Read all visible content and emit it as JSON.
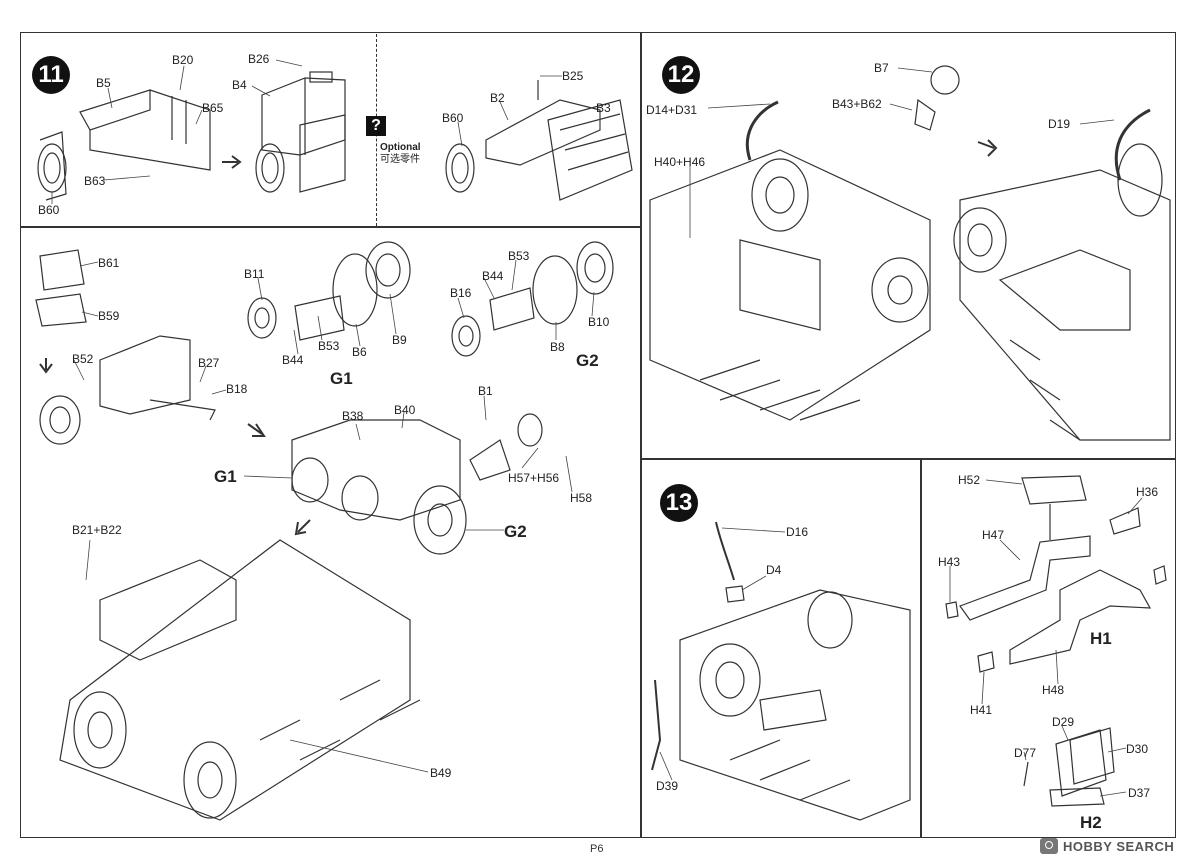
{
  "page": {
    "number": "P6",
    "watermark": "HOBBY SEARCH"
  },
  "optional_note": {
    "icon": "?",
    "label_en": "Optional",
    "label_cn": "可选零件"
  },
  "step11": {
    "number": "11",
    "labels": [
      "B5",
      "B20",
      "B65",
      "B63",
      "B60",
      "B26",
      "B4",
      "B25",
      "B2",
      "B3",
      "B60"
    ]
  },
  "step12": {
    "number": "12",
    "labels": [
      "D14+D31",
      "H40+H46",
      "B7",
      "B43+B62",
      "D19"
    ]
  },
  "step13": {
    "number": "13",
    "labels": [
      "D16",
      "D4",
      "D39"
    ]
  },
  "main_section": {
    "labels": [
      "B61",
      "B59",
      "B52",
      "B27",
      "B18",
      "B11",
      "B44",
      "B53",
      "B6",
      "B9",
      "B16",
      "B44",
      "B53",
      "B8",
      "B10",
      "B38",
      "B40",
      "B1",
      "H57+H56",
      "H58",
      "B21+B22",
      "B49"
    ],
    "group_labels": [
      "G1",
      "G2",
      "G1",
      "G2"
    ]
  },
  "h_section": {
    "labels": [
      "H52",
      "H36",
      "H47",
      "H43",
      "H41",
      "H48",
      "D29",
      "D30",
      "D77",
      "D37"
    ],
    "group_labels": [
      "H1",
      "H2"
    ]
  }
}
